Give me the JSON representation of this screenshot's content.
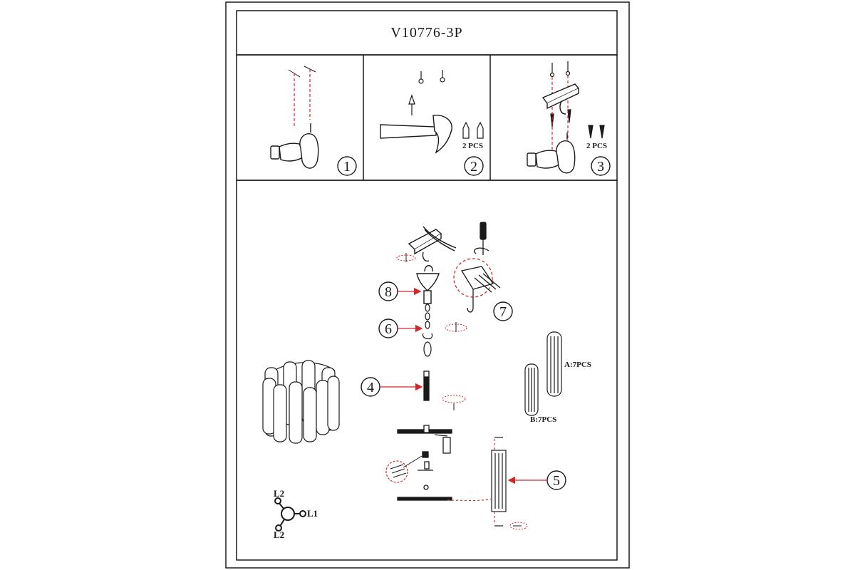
{
  "header": {
    "model": "V10776-3P"
  },
  "steps": {
    "step1": {
      "number": "1"
    },
    "step2": {
      "number": "2",
      "qty": "2 PCS"
    },
    "step3": {
      "number": "3",
      "qty": "2 PCS"
    }
  },
  "callouts": {
    "c4": "4",
    "c5": "5",
    "c6": "6",
    "c7": "7",
    "c8": "8"
  },
  "parts": {
    "part_a": "A:7PCS",
    "part_b": "B:7PCS"
  },
  "wiring": {
    "l1": "L1",
    "l2_top": "L2",
    "l2_bottom": "L2"
  },
  "colors": {
    "ink": "#1a1a1a",
    "accent": "#d4262b"
  }
}
